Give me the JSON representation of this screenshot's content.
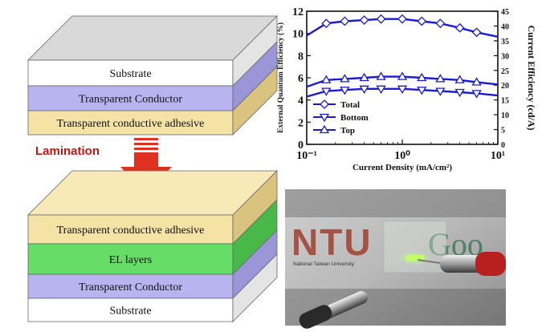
{
  "top_stack": {
    "layers": [
      {
        "label": "Substrate",
        "color": "#ffffff",
        "side": "#e4e4e4"
      },
      {
        "label": "Transparent Conductor",
        "color": "#b7b4ef",
        "side": "#9a96d8"
      },
      {
        "label": "Transparent conductive adhesive",
        "color": "#f5e3a6",
        "side": "#d9c37e"
      }
    ],
    "top_face_color": "#d9d9d9"
  },
  "process_label": "Lamination",
  "arrow_color": "#e03020",
  "bottom_stack": {
    "layers": [
      {
        "label": "Transparent conductive adhesive",
        "color": "#f5e3a6",
        "side": "#d9c37e"
      },
      {
        "label": "EL layers",
        "color": "#66dd66",
        "side": "#48b848"
      },
      {
        "label": "Transparent Conductor",
        "color": "#b7b4ef",
        "side": "#9a96d8"
      },
      {
        "label": "Substrate",
        "color": "#ffffff",
        "side": "#e4e4e4"
      }
    ],
    "top_face_color": "#f7eab8"
  },
  "chart_data": {
    "type": "line",
    "xlabel": "Current Density (mA/cm²)",
    "ylabel_left": "External Quantum Efficiency (%)",
    "ylabel_right": "Current Efficiency (cd/A)",
    "x_scale": "log",
    "xlim": [
      0.1,
      10
    ],
    "x_ticks": [
      "10⁻¹",
      "10⁰",
      "10¹"
    ],
    "ylim_left": [
      0,
      12
    ],
    "y_ticks_left": [
      "0",
      "2",
      "4",
      "6",
      "8",
      "10",
      "12"
    ],
    "ylim_right": [
      0,
      45
    ],
    "y_ticks_right": [
      "0",
      "5",
      "10",
      "15",
      "20",
      "25",
      "30",
      "35",
      "40",
      "45"
    ],
    "line_color": "#1a1ad8",
    "series": [
      {
        "name": "Total",
        "marker": "diamond",
        "x": [
          0.1,
          0.16,
          0.25,
          0.4,
          0.6,
          1.0,
          1.6,
          2.5,
          4.0,
          6.0,
          10
        ],
        "y": [
          9.8,
          10.9,
          11.1,
          11.2,
          11.3,
          11.3,
          11.1,
          10.9,
          10.5,
          10.1,
          9.7
        ]
      },
      {
        "name": "Bottom",
        "marker": "triangle-down",
        "x": [
          0.1,
          0.16,
          0.25,
          0.4,
          0.6,
          1.0,
          1.6,
          2.5,
          4.0,
          6.0,
          10
        ],
        "y": [
          4.3,
          4.8,
          4.9,
          5.0,
          5.0,
          5.0,
          4.9,
          4.8,
          4.7,
          4.6,
          4.4
        ]
      },
      {
        "name": "Top",
        "marker": "triangle-up",
        "x": [
          0.1,
          0.16,
          0.25,
          0.4,
          0.6,
          1.0,
          1.6,
          2.5,
          4.0,
          6.0,
          10
        ],
        "y": [
          5.2,
          5.8,
          5.9,
          6.0,
          6.1,
          6.1,
          6.0,
          5.9,
          5.8,
          5.6,
          5.4
        ]
      }
    ]
  },
  "photo": {
    "logo_letters": "NTU",
    "logo_sub": "National Taiwan University",
    "google_text": "Goo"
  }
}
